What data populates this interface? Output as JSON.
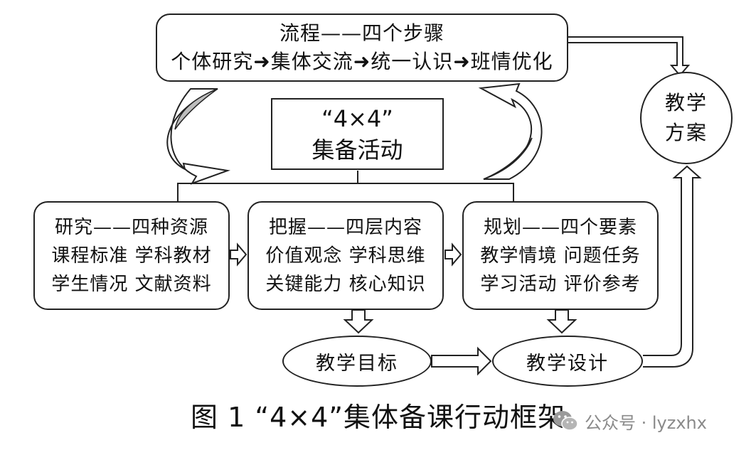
{
  "top_box": {
    "title": "流程——四个步骤",
    "steps": "个体研究➜集体交流➜统一认识➜班情优化"
  },
  "center_box": {
    "line1": "“4×4”",
    "line2": "集备活动"
  },
  "research_box": {
    "title": "研究——四种资源",
    "row1": "课程标准  学科教材",
    "row2": "学生情况  文献资料"
  },
  "grasp_box": {
    "title": "把握——四层内容",
    "row1": "价值观念  学科思维",
    "row2": "关键能力  核心知识"
  },
  "plan_box": {
    "title": "规划——四个要素",
    "row1": "教学情境  问题任务",
    "row2": "学习活动  评价参考"
  },
  "ellipse_goal": "教学目标",
  "ellipse_design": "教学设计",
  "circle_plan": {
    "line1": "教学",
    "line2": "方案"
  },
  "caption": "图 1 “4×4”集体备课行动框架",
  "watermark": {
    "text": "公众号 · lyzxhx",
    "icon": "wechat-logo-icon"
  },
  "colors": {
    "stroke": "#222222",
    "cycle_arrow_fill": "#bdbdbd",
    "watermark": "#8a8a8a"
  }
}
